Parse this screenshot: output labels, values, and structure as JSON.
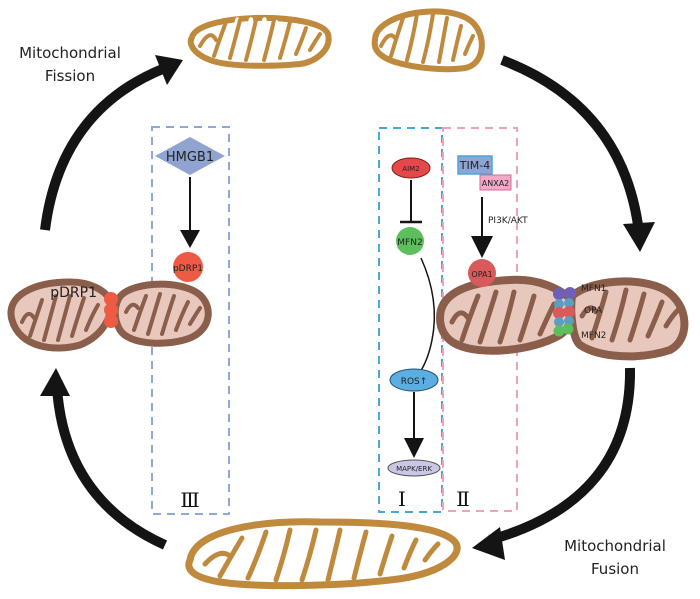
{
  "title_labels": {
    "fission": [
      "Mitochondrial",
      "Fission"
    ],
    "fusion": [
      "Mitochondrial",
      "Fusion"
    ]
  },
  "panel_III": {
    "roman": "Ⅲ",
    "hmgb1": "HMGB1",
    "pdrp1_node": "pDRP1",
    "pdrp1_site": "pDRP1"
  },
  "panel_I": {
    "roman": "Ⅰ",
    "aim2": "AIM2",
    "mfn2": "MFN2",
    "ros": "ROS↑",
    "mapk": "MAPK/ERK"
  },
  "panel_II": {
    "roman": "Ⅱ",
    "tim4": "TIM-4",
    "anxa2": "ANXA2",
    "pathway": "PI3K/AKT",
    "opa1": "OPA1"
  },
  "fusion_site": {
    "mfn1": "MFN1",
    "opa": "OPA",
    "mfn2": "MFN2"
  },
  "colors": {
    "mito_gold": "#c08a3e",
    "mito_brown": "#8b5e4b",
    "mito_fill": "#e8c8bc",
    "arrow": "#141414",
    "box_III": "#8fa8d8",
    "box_I": "#4aa8d8",
    "box_II": "#f0a0c0",
    "hmgb1": "#8fa4d0",
    "pdrp1": "#ef5a44",
    "aim2": "#e54848",
    "mfn2": "#5cbf5c",
    "ros": "#5aaee0",
    "mapk": "#c8c8e4",
    "tim4": "#8ea4d4",
    "anxa2": "#f2a8c8",
    "opa1": "#d85a5a"
  }
}
